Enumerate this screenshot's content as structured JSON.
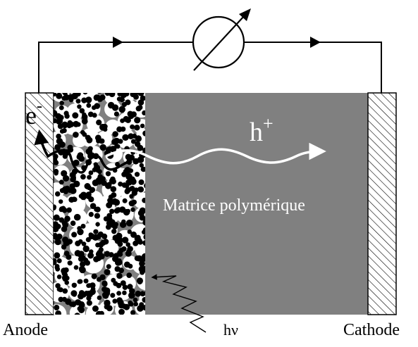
{
  "labels": {
    "anode": "Anode",
    "cathode": "Cathode",
    "matrix": "Matrice polymérique",
    "hole": "h",
    "hole_sup": "+",
    "electron": "e",
    "electron_sup": "-",
    "photon": "hν"
  },
  "colors": {
    "matrix_fill": "#808080",
    "electrode_hatch": "#000000",
    "particle_dark": "#000000",
    "particle_light": "#ffffff",
    "hole_arrow": "#ffffff",
    "circuit": "#000000"
  },
  "icons": {
    "meter": "variable-ammeter-icon",
    "photon": "wavy-photon-arrow-icon"
  }
}
